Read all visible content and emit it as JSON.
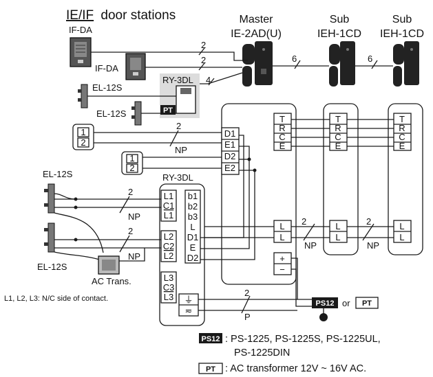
{
  "title_prefix": "IE/IF",
  "title_suffix": "door stations",
  "stations": {
    "master_label": "Master",
    "master_model": "IE-2AD(U)",
    "sub_label": "Sub",
    "sub_model": "IEH-1CD",
    "door_station": "IF-DA",
    "door_release": "EL-12S",
    "relay": "RY-3DL",
    "ac_trans": "AC Trans.",
    "pt_badge": "PT",
    "ps12_badge": "PS12"
  },
  "wire_counts": {
    "two": "2",
    "four": "4",
    "six": "6",
    "np": "NP",
    "p": "P"
  },
  "terminals": {
    "bus": [
      "T",
      "R",
      "C",
      "E"
    ],
    "master_inputs": [
      "D1",
      "E1",
      "D2",
      "E2"
    ],
    "master_L": [
      "L",
      "L"
    ],
    "master_power": [
      "+",
      "−"
    ],
    "switch_pair": [
      "1",
      "2"
    ],
    "relay_left_1": [
      "L1",
      "C1",
      "L1"
    ],
    "relay_left_2": [
      "L2",
      "C2",
      "L2"
    ],
    "relay_left_3": [
      "L3",
      "C3",
      "L3"
    ],
    "relay_right": [
      "b1",
      "b2",
      "b3",
      "L",
      "D1",
      "E",
      "D2"
    ],
    "relay_power": [
      "⏚",
      "≂"
    ]
  },
  "notes": {
    "nc_note": "L1, L2, L3: N/C side of contact.",
    "or_text": "or",
    "ps12_desc_1": ": PS-1225, PS-1225S, PS-1225UL,",
    "ps12_desc_2": "PS-1225DIN",
    "pt_desc": ": AC transformer 12V ~ 16V AC."
  },
  "colors": {
    "line": "#1a1a1a",
    "badge_dark": "#1a1a1a",
    "badge_text": "#ffffff",
    "shade": "#dcdcdc"
  }
}
